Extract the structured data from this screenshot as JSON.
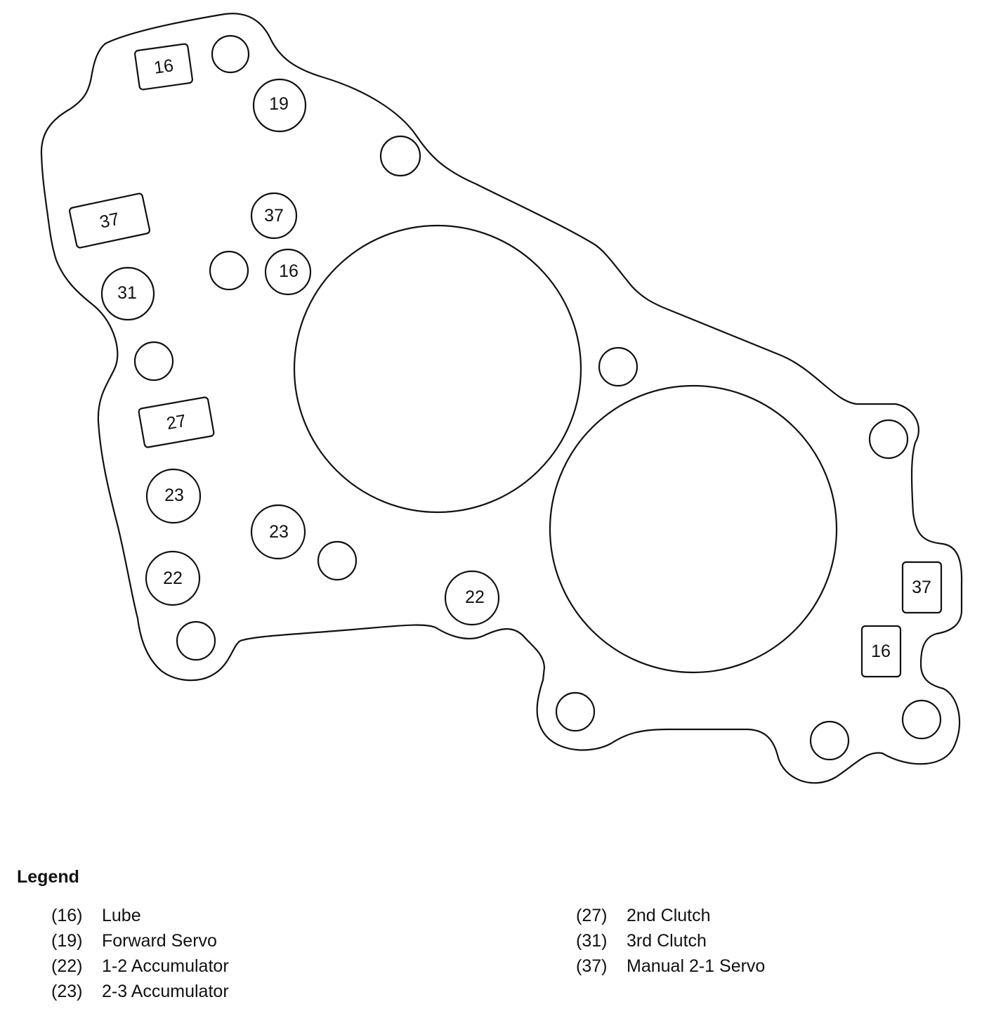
{
  "diagram": {
    "labels": {
      "lube_top": "16",
      "fwd_servo": "19",
      "manual_box_left": "37",
      "manual_circle": "37",
      "lube_circle": "16",
      "third_clutch": "31",
      "second_clutch": "27",
      "accum23_left": "23",
      "accum23_mid": "23",
      "accum12_left": "22",
      "accum12_mid": "22",
      "manual_box_right": "37",
      "lube_box_right": "16"
    }
  },
  "legend": {
    "title": "Legend",
    "left": [
      {
        "code": "(16)",
        "desc": "Lube"
      },
      {
        "code": "(19)",
        "desc": "Forward Servo"
      },
      {
        "code": "(22)",
        "desc": "1-2 Accumulator"
      },
      {
        "code": "(23)",
        "desc": "2-3 Accumulator"
      }
    ],
    "right": [
      {
        "code": "(27)",
        "desc": "2nd Clutch"
      },
      {
        "code": "(31)",
        "desc": "3rd Clutch"
      },
      {
        "code": "(37)",
        "desc": "Manual 2-1 Servo"
      }
    ]
  }
}
